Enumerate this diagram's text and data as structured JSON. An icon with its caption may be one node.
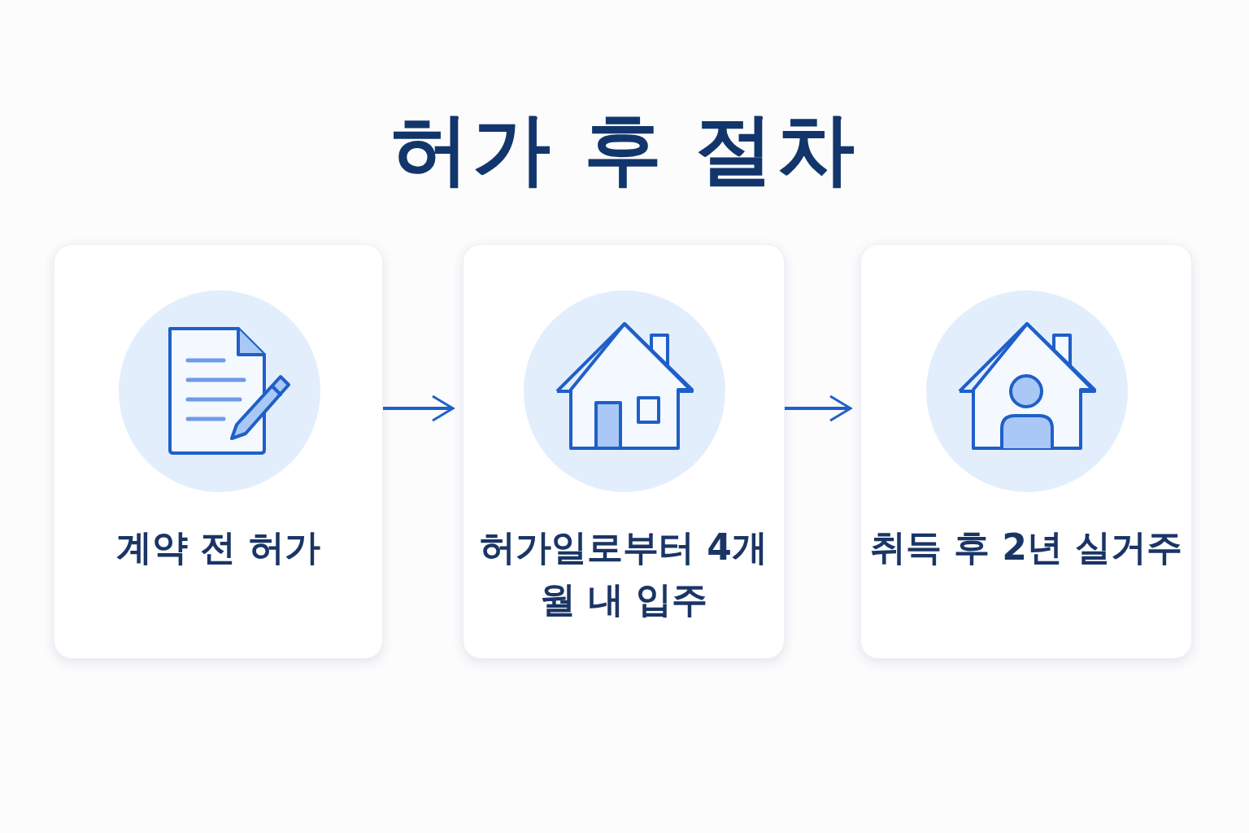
{
  "diagram": {
    "title": "허가 후 절차",
    "nodes": [
      {
        "text": [
          "계약 전 허가"
        ]
      },
      {
        "text": [
          "허가일로부터 4개월 내 입주"
        ]
      },
      {
        "text": [
          "취득 후 2년 실거주"
        ]
      }
    ],
    "edges": [
      {
        "from": 0,
        "to": 1,
        "arrow": "to"
      },
      {
        "from": 1,
        "to": 2,
        "arrow": "to"
      }
    ]
  }
}
